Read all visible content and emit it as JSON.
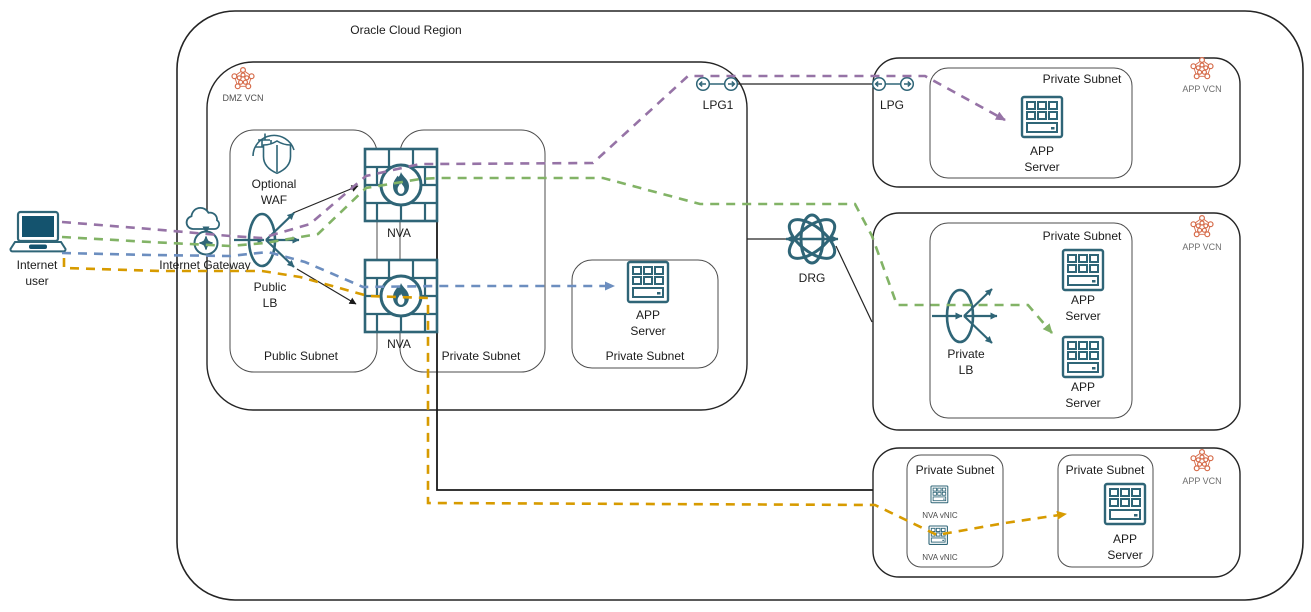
{
  "colors": {
    "flow_purple": "#9673a6",
    "flow_green": "#82b366",
    "flow_blue": "#6c8ebf",
    "flow_orange": "#d79b00",
    "icon_teal": "#2f6577",
    "vcn_icon_orange": "#d66c4b"
  },
  "region": {
    "label": "Oracle Cloud Region"
  },
  "internet_user": {
    "lines": [
      "Internet",
      "user"
    ]
  },
  "internet_gateway": {
    "label": "Internet Gateway"
  },
  "dmz_vcn": {
    "label": "DMZ VCN",
    "waf_lines": [
      "Optional",
      "WAF"
    ],
    "public_lb_lines": [
      "Public",
      "LB"
    ],
    "nva_top": "NVA",
    "nva_bottom": "NVA",
    "public_subnet": "Public Subnet",
    "private_subnet_nva": "Private Subnet",
    "app_subnet": {
      "label": "Private Subnet",
      "app_server_lines": [
        "APP",
        "Server"
      ]
    },
    "lpg1": "LPG1"
  },
  "drg": {
    "label": "DRG"
  },
  "app_vcn_top": {
    "label": "APP VCN",
    "lpg": "LPG",
    "subnet": "Private Subnet",
    "app_server_lines": [
      "APP",
      "Server"
    ]
  },
  "app_vcn_middle": {
    "label": "APP VCN",
    "subnet": "Private Subnet",
    "private_lb_lines": [
      "Private",
      "LB"
    ],
    "app_server1_lines": [
      "APP",
      "Server"
    ],
    "app_server2_lines": [
      "APP",
      "Server"
    ]
  },
  "app_vcn_bottom": {
    "label": "APP VCN",
    "subnet_left": "Private Subnet",
    "subnet_right": "Private Subnet",
    "nva_vnic1": "NVA vNIC",
    "nva_vnic2": "NVA vNIC",
    "app_server_lines": [
      "APP",
      "Server"
    ]
  }
}
